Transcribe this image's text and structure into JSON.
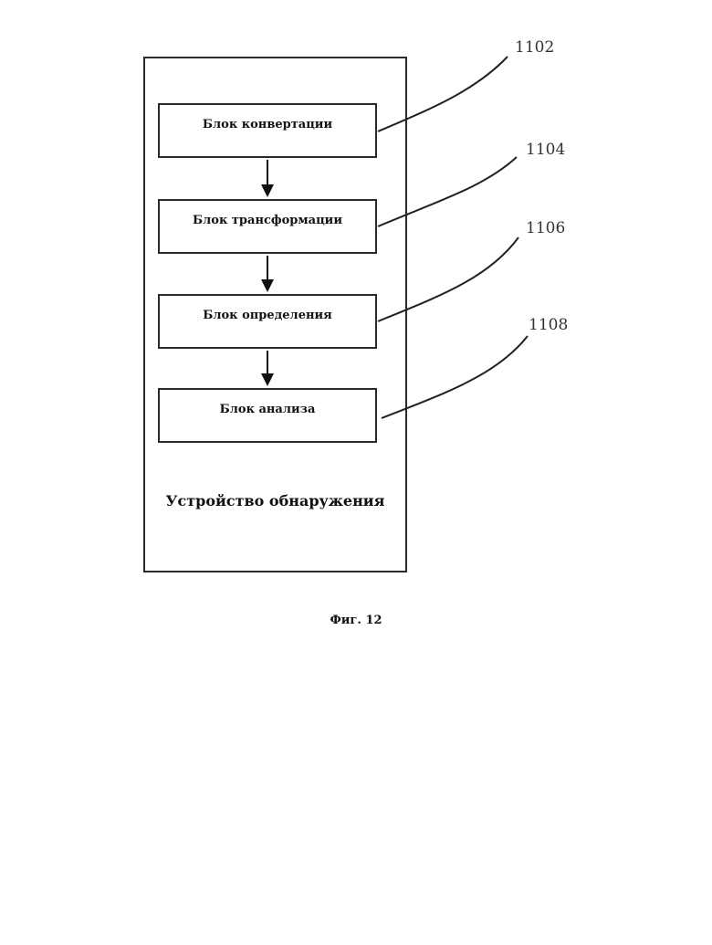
{
  "diagram": {
    "blocks": [
      {
        "label": "Блок конвертации",
        "ref": "1102"
      },
      {
        "label": "Блок трансформации",
        "ref": "1104"
      },
      {
        "label": "Блок определения",
        "ref": "1106"
      },
      {
        "label": "Блок анализа",
        "ref": "1108"
      }
    ],
    "device_title": "Устройство обнаружения",
    "caption": "Фиг. 12"
  }
}
